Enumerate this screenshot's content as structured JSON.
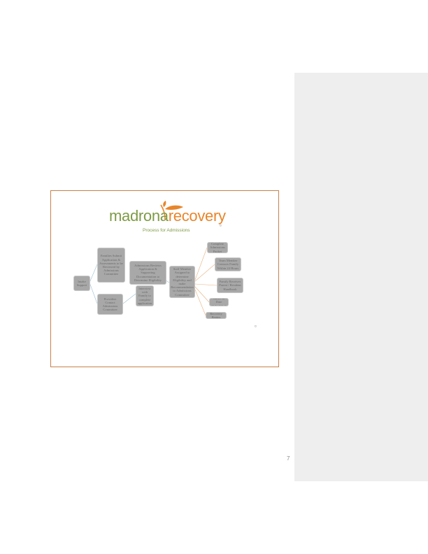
{
  "comments": {
    "title": "Commented [A1]:"
  },
  "figure": {
    "logo_left": "madrona",
    "logo_right": "recovery",
    "subtitle": "Process for Admissions",
    "nodes": {
      "n1": "Intake Support",
      "n2": "Families Submit Application & Assessments to be Reviewed by Admissions Committee",
      "n3": "Providers Contact Admissions Committee",
      "n4": "Admissions Reviews Application & Supporting Documentation to Determine Eligibility",
      "n5": "Interview with Family to complete application",
      "n6": "Staff Member Assigned to determine Eligibility and make Recommendation to Admissions Committee",
      "n7": "Complete Admissions Packet",
      "n8": "Team Member Contacts Family Within 24 Hours",
      "n9": "Family Receives Parent / Resident Handbook",
      "n10": "Move-in Date Scheduled",
      "n11": "Recovery Begins"
    },
    "marks": [
      "¤",
      "¤"
    ]
  },
  "page": {
    "number": "7"
  }
}
